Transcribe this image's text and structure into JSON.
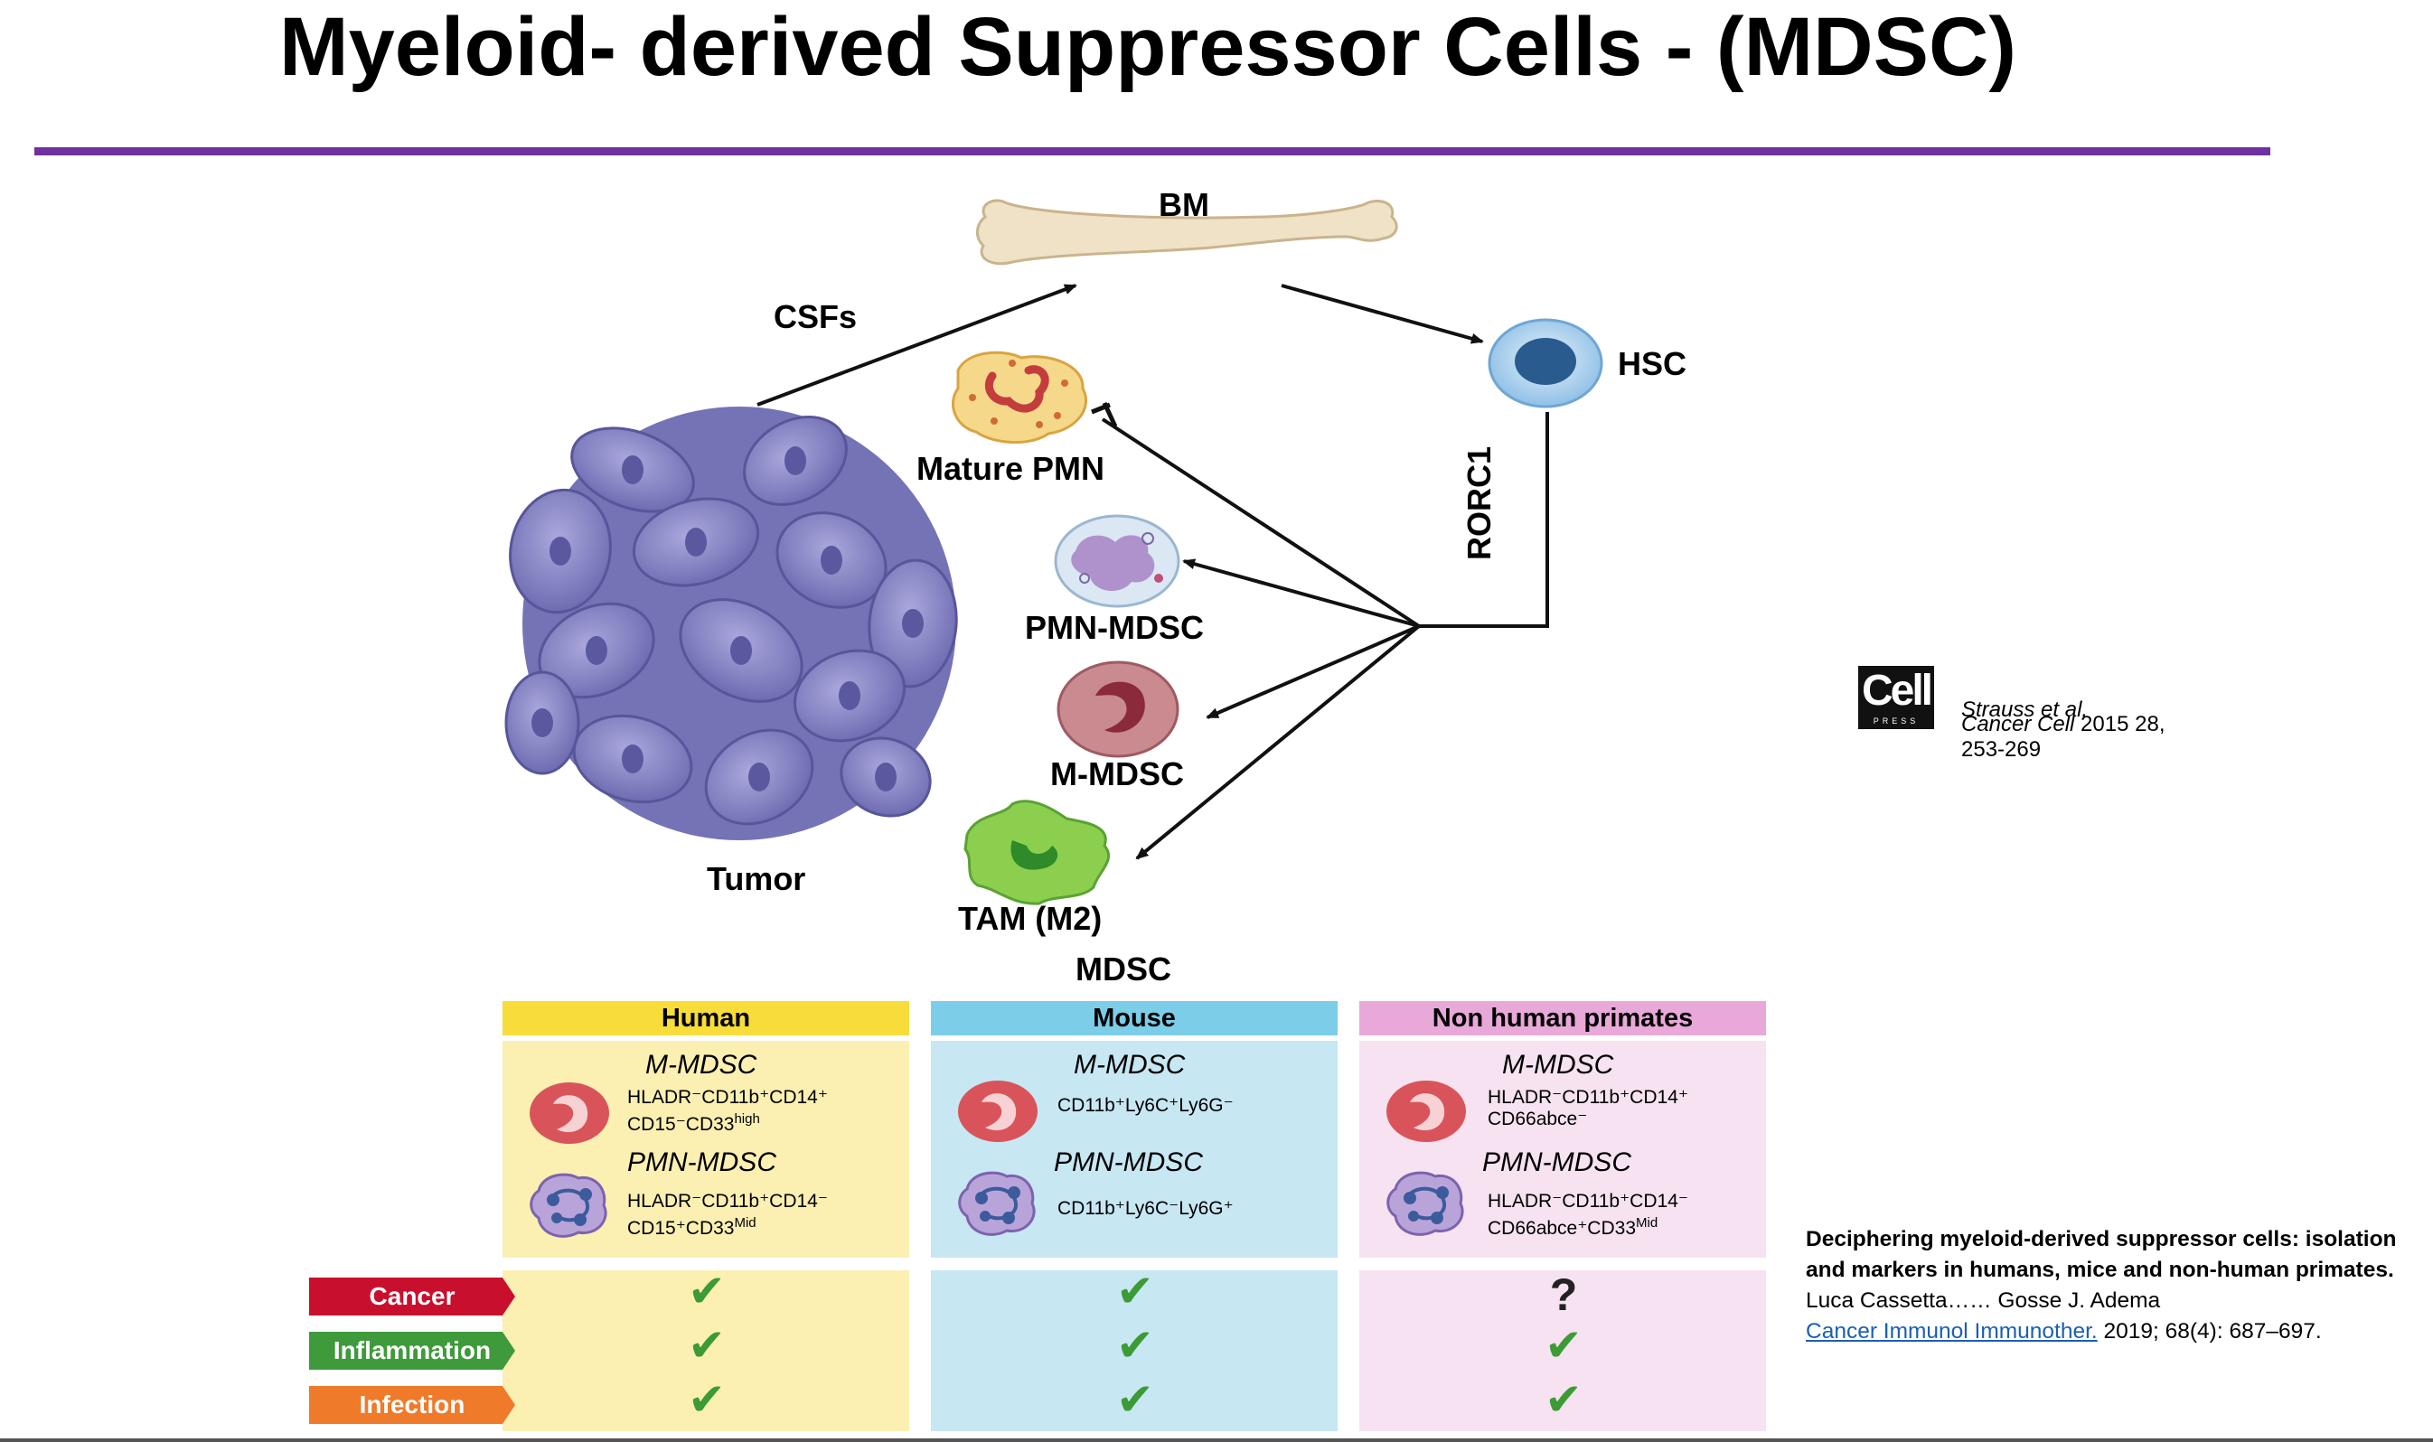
{
  "title": "Myeloid- derived Suppressor Cells - (MDSC)",
  "colors": {
    "rule": "#7030a0",
    "human": "#f7dc3a",
    "mouse": "#7ccde8",
    "nhp": "#e8a8d8",
    "cancer": "#c8102e",
    "inflammation": "#3e9a3b",
    "infection": "#ef7a2a",
    "check": "#3d9b35"
  },
  "diagram": {
    "bm": "BM",
    "csfs": "CSFs",
    "hsc": "HSC",
    "rorc1": "RORC1",
    "mature_pmn": "Mature PMN",
    "pmn_mdsc": "PMN-MDSC",
    "m_mdsc": "M-MDSC",
    "tam": "TAM (M2)",
    "tumor": "Tumor",
    "mdsc": "MDSC"
  },
  "reference1": {
    "logo_big": "Cell",
    "logo_small": "PRESS",
    "authors": "Strauss et al.",
    "journal": "Cancer Cell",
    "rest": " 2015 28,",
    "pages": "253-269"
  },
  "table": {
    "columns": [
      {
        "header": "Human",
        "m_title": "M-MDSC",
        "m_line1": "HLADR⁻CD11b⁺CD14⁺",
        "m_line2": "CD15⁻CD33",
        "m_sup2": "high",
        "p_title": "PMN-MDSC",
        "p_line1": "HLADR⁻CD11b⁺CD14⁻",
        "p_line2": "CD15⁺CD33",
        "p_sup2": "Mid"
      },
      {
        "header": "Mouse",
        "m_title": "M-MDSC",
        "m_line1": "CD11b⁺Ly6C⁺Ly6G⁻",
        "m_line2": "",
        "m_sup2": "",
        "p_title": "PMN-MDSC",
        "p_line1": "CD11b⁺Ly6C⁻Ly6G⁺",
        "p_line2": "",
        "p_sup2": ""
      },
      {
        "header": "Non human primates",
        "m_title": "M-MDSC",
        "m_line1": "HLADR⁻CD11b⁺CD14⁺",
        "m_line2": "CD66abce⁻",
        "m_sup2": "",
        "p_title": "PMN-MDSC",
        "p_line1": "HLADR⁻CD11b⁺CD14⁻",
        "p_line2": "CD66abce⁺CD33",
        "p_sup2": "Mid"
      }
    ],
    "rows": [
      "Cancer",
      "Inflammation",
      "Infection"
    ],
    "check": "✔",
    "unknown": "?"
  },
  "reference2": {
    "bold": "Deciphering myeloid-derived suppressor cells: isolation and markers in humans, mice and non-human primates.",
    "authors": " Luca Cassetta…… Gosse J. Adema",
    "journal": "Cancer Immunol Immunother.",
    "citation": " 2019; 68(4): 687–697."
  }
}
